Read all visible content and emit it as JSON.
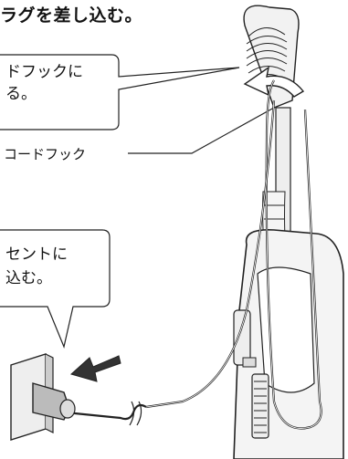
{
  "heading": "ラグを差し込む。",
  "callouts": {
    "hook_instruction": {
      "line1": "ドフックに",
      "line2": "る。"
    },
    "outlet_instruction": {
      "line1": "セントに",
      "line2": "込む。"
    }
  },
  "labels": {
    "cord_hook": "コードフック"
  }
}
